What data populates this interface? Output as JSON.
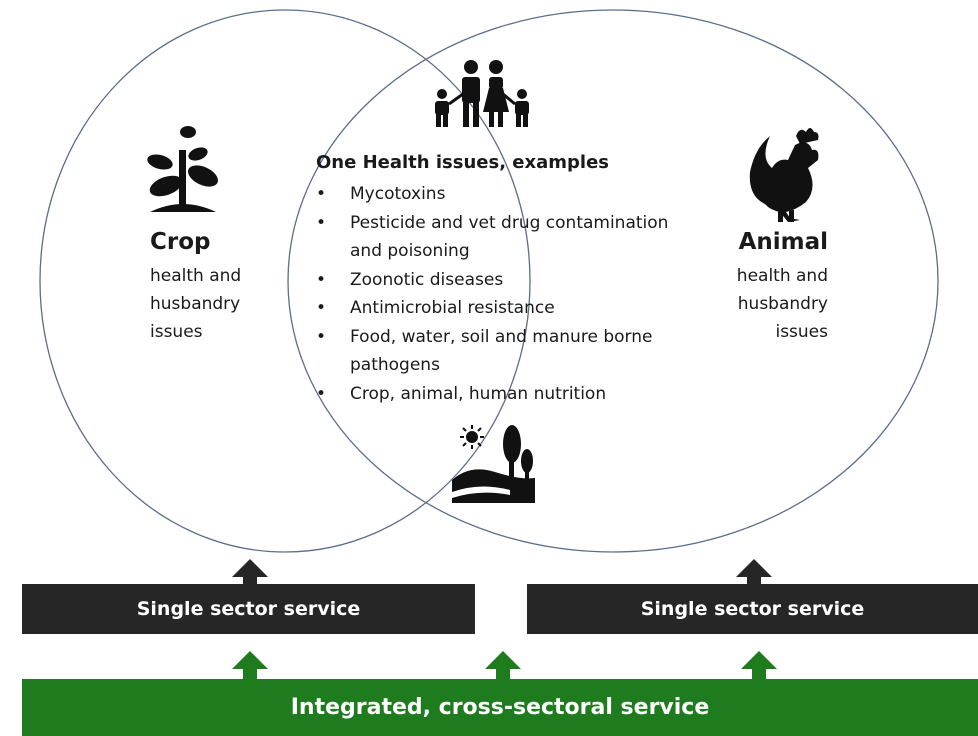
{
  "crop": {
    "title": "Crop",
    "subtitle_lines": [
      "health and",
      "husbandry",
      "issues"
    ],
    "icon": "plant-sprout-icon"
  },
  "animal": {
    "title": "Animal",
    "subtitle_lines": [
      "health and",
      "husbandry",
      "issues"
    ],
    "icon": "rooster-icon"
  },
  "center": {
    "title": "One Health issues, examples",
    "items": [
      "Mycotoxins",
      "Pesticide and vet drug contamination and poisoning",
      "Zoonotic diseases",
      "Antimicrobial resistance",
      "Food, water, soil and manure borne pathogens",
      "Crop, animal, human nutrition"
    ],
    "top_icon": "family-icon",
    "bottom_icon": "landscape-icon"
  },
  "services": {
    "single_left": "Single sector service",
    "single_right": "Single sector service",
    "integrated": "Integrated, cross-sectoral service"
  },
  "colors": {
    "dark_bar": "#262626",
    "green_bar": "#1e7b1e",
    "circle_stroke": "#5a6d8c"
  }
}
